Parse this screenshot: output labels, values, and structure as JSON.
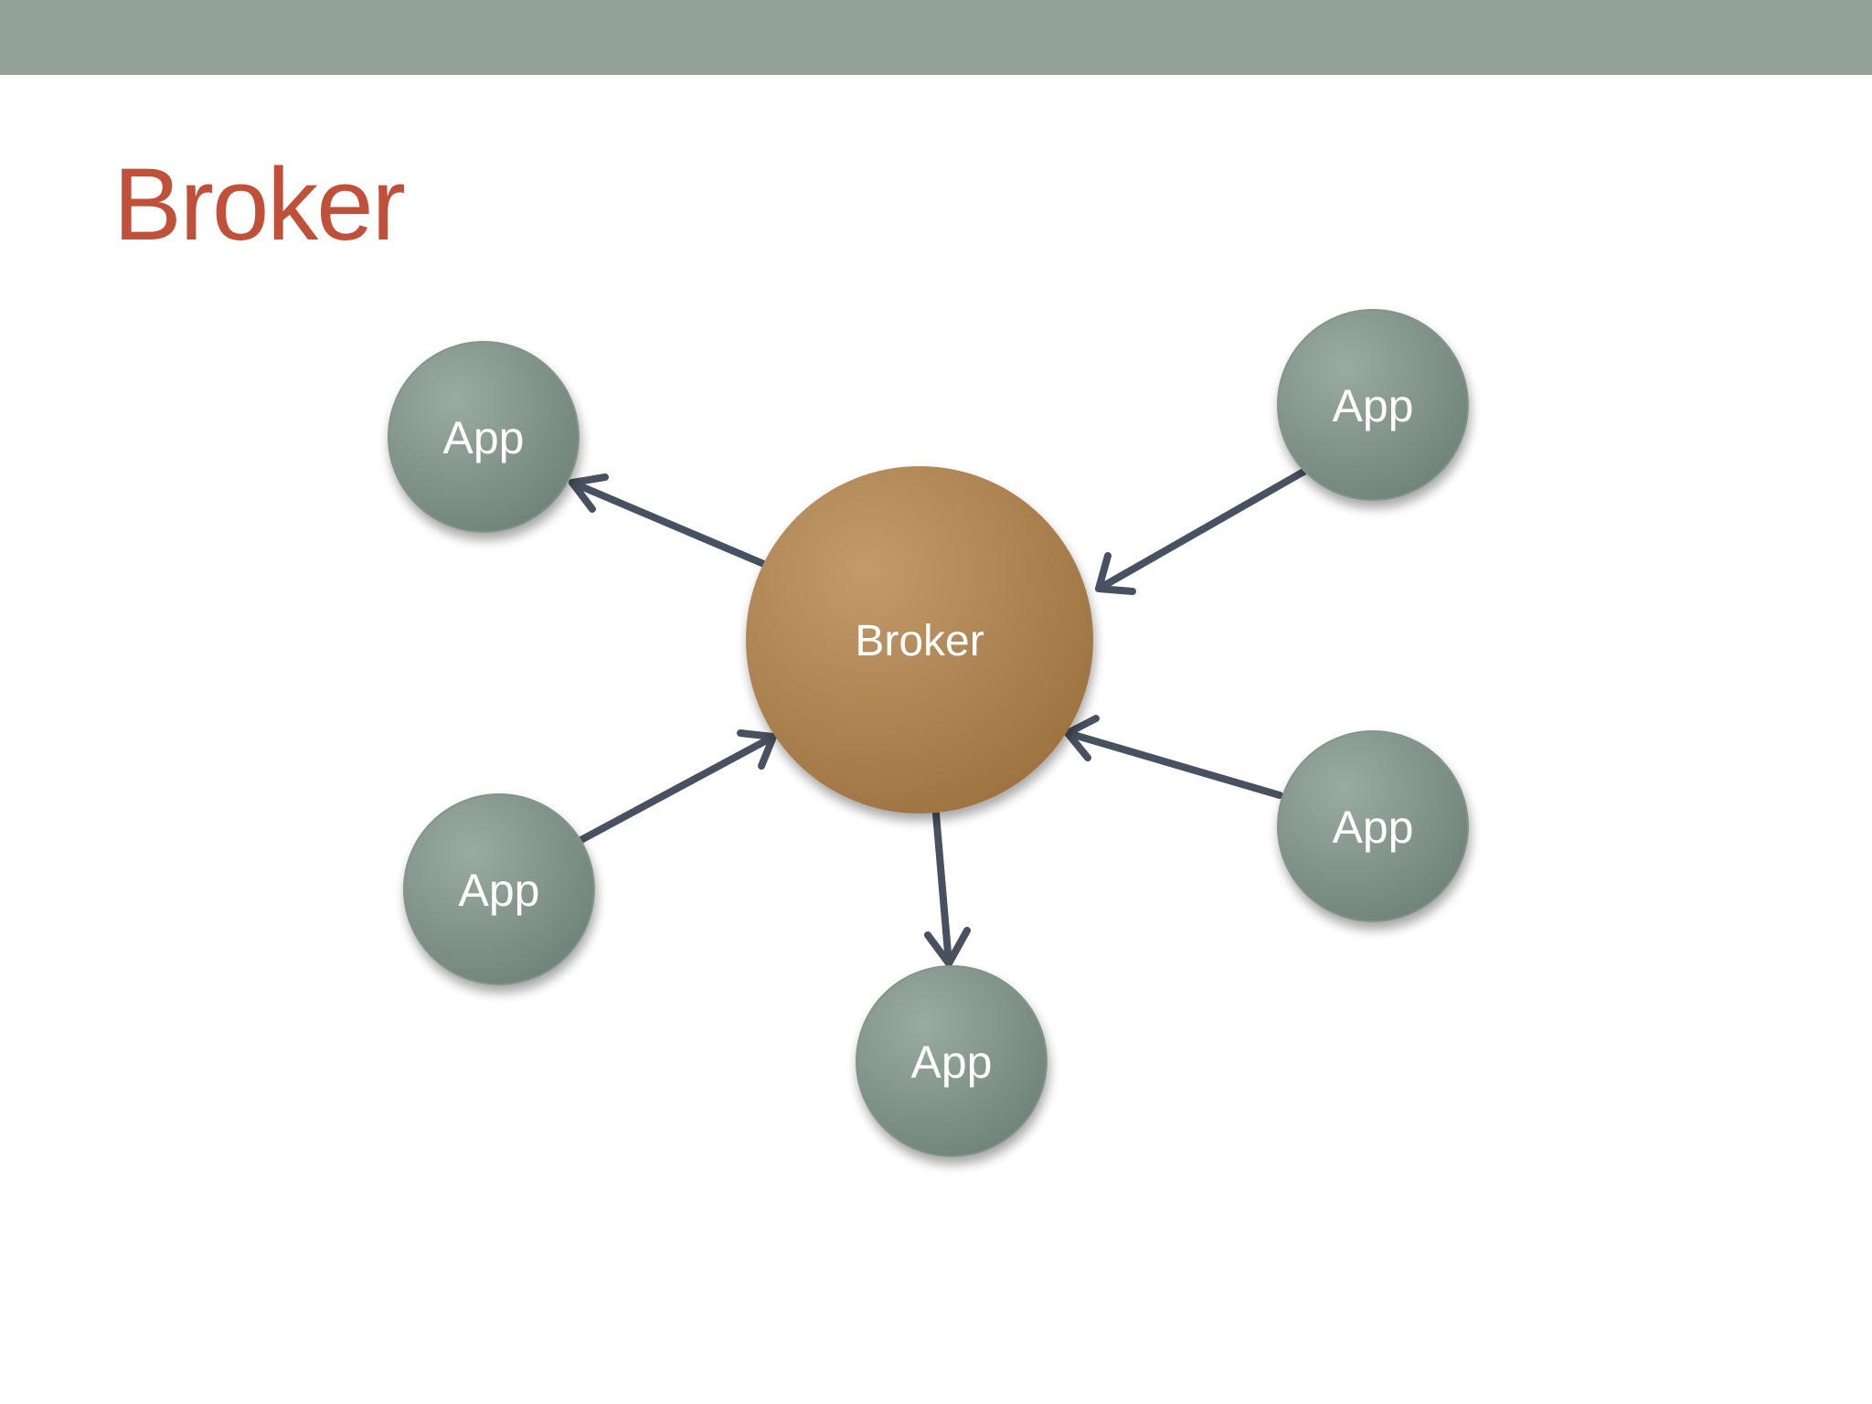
{
  "slide": {
    "title": "Broker",
    "title_color": "#c0503a",
    "header_bar_color": "#91a199"
  },
  "diagram": {
    "center_node": {
      "label": "Broker",
      "color": "#a97c4c"
    },
    "app_nodes": [
      {
        "label": "App",
        "arrow_direction": "from-broker"
      },
      {
        "label": "App",
        "arrow_direction": "to-broker"
      },
      {
        "label": "App",
        "arrow_direction": "to-broker"
      },
      {
        "label": "App",
        "arrow_direction": "to-broker"
      },
      {
        "label": "App",
        "arrow_direction": "from-broker"
      }
    ],
    "app_color": "#82958b",
    "arrow_color": "#47515f"
  }
}
